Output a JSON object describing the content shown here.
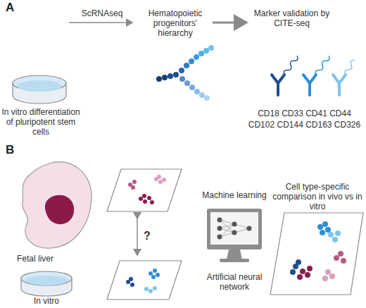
{
  "diagram": {
    "labels": [
      "A",
      "ScRNAseq",
      "Hematopoietic progenitors' hierarchy",
      "Marker validation by CITE-seq",
      "In vitro differentiation of pluripotent stem cells",
      "CD18 CD33 CD41 CD44",
      "CD102 CD144 CD163 CD326",
      "B",
      "Fetal liver",
      "In vitro",
      "?",
      "Machine learning",
      "Artificial neural network",
      "Cell type-specific comparison in vivo vs in vitro"
    ]
  }
}
